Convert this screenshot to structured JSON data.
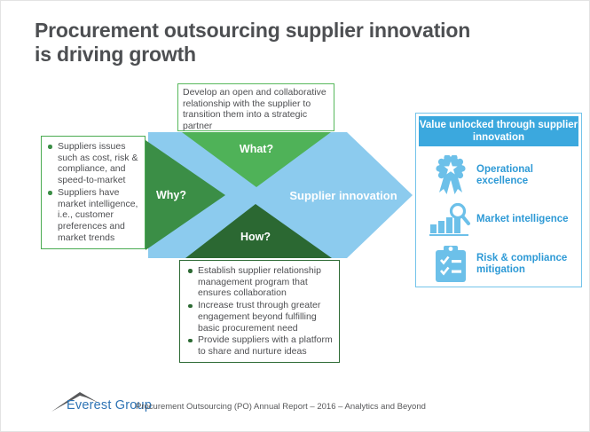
{
  "title": {
    "line1": "Procurement outsourcing supplier innovation",
    "line2": "is driving growth"
  },
  "diagram": {
    "why_label": "Why?",
    "what_label": "What?",
    "how_label": "How?",
    "arrow_label": "Supplier innovation",
    "what_note": "Develop an open and collaborative relationship with the supplier to transition them into a strategic partner",
    "why_bullets": [
      "Suppliers issues such as cost, risk & compliance, and speed-to-market",
      "Suppliers have market intelligence, i.e., customer preferences and market trends"
    ],
    "how_bullets": [
      "Establish supplier relationship management program that ensures collaboration",
      "Increase trust through greater engagement beyond fulfilling basic procurement need",
      "Provide suppliers with a platform to share and nurture ideas"
    ]
  },
  "value_panel": {
    "header": "Value unlocked through supplier innovation",
    "items": [
      {
        "icon": "medal-icon",
        "label": "Operational excellence"
      },
      {
        "icon": "market-chart-icon",
        "label": "Market intelligence"
      },
      {
        "icon": "clipboard-checklist-icon",
        "label": "Risk & compliance mitigation"
      }
    ]
  },
  "footer": {
    "logo_text": "Everest Group",
    "report_text": "Procurement Outsourcing (PO) Annual Report – 2016 – Analytics and Beyond"
  },
  "colors": {
    "arrow_blue": "#8ccbee",
    "why_green": "#3b8e46",
    "what_green": "#4fb258",
    "how_green": "#2b6832",
    "panel_header_blue": "#3ba8de",
    "panel_border_blue": "#74c4ea",
    "panel_text_blue": "#2e9ad6",
    "icon_blue": "#6cc0e9",
    "title_gray": "#4d4f52",
    "logo_blue": "#2e74b5"
  }
}
